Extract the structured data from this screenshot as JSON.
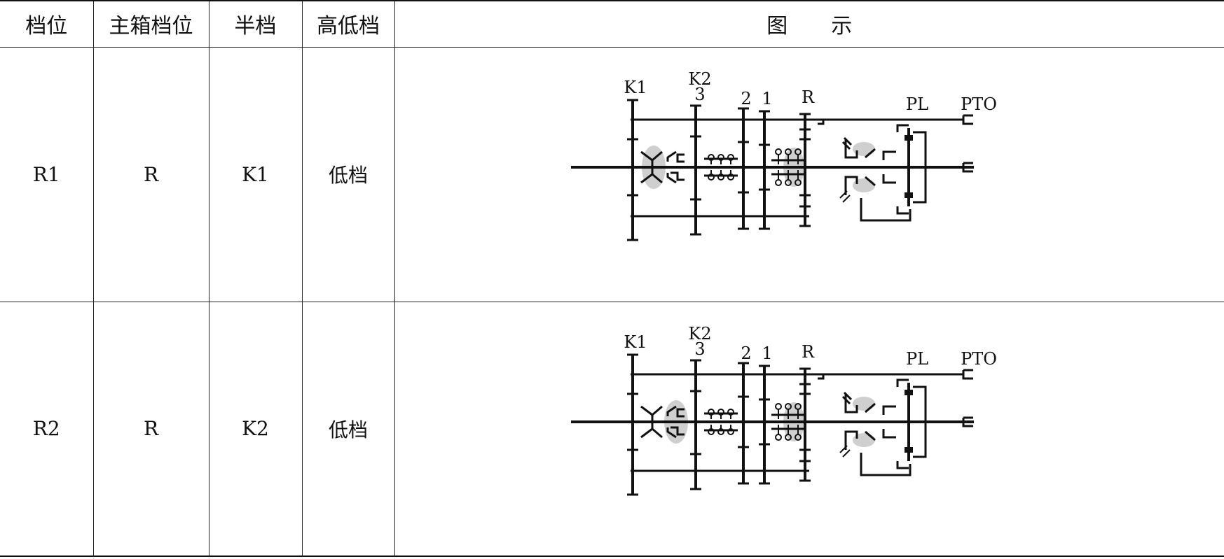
{
  "table": {
    "headers": {
      "gear": "档位",
      "main_box_gear": "主箱档位",
      "half_gear": "半档",
      "range": "高低档",
      "diagram_chars": [
        "图",
        "示"
      ]
    },
    "rows": [
      {
        "gear": "R1",
        "main_box_gear": "R",
        "half_gear": "K1",
        "range": "低档",
        "diagram": {
          "labels": {
            "k1": "K1",
            "k2": "K2",
            "g3": "3",
            "g2": "2",
            "g1": "1",
            "r": "R",
            "pl": "PL",
            "pto": "PTO"
          },
          "engaged": "K1"
        }
      },
      {
        "gear": "R2",
        "main_box_gear": "R",
        "half_gear": "K2",
        "range": "低档",
        "diagram": {
          "labels": {
            "k1": "K1",
            "k2": "K2",
            "g3": "3",
            "g2": "2",
            "g1": "1",
            "r": "R",
            "pl": "PL",
            "pto": "PTO"
          },
          "engaged": "K2"
        }
      }
    ]
  },
  "colors": {
    "line": "#111111",
    "highlight": "#cfcfcf"
  }
}
